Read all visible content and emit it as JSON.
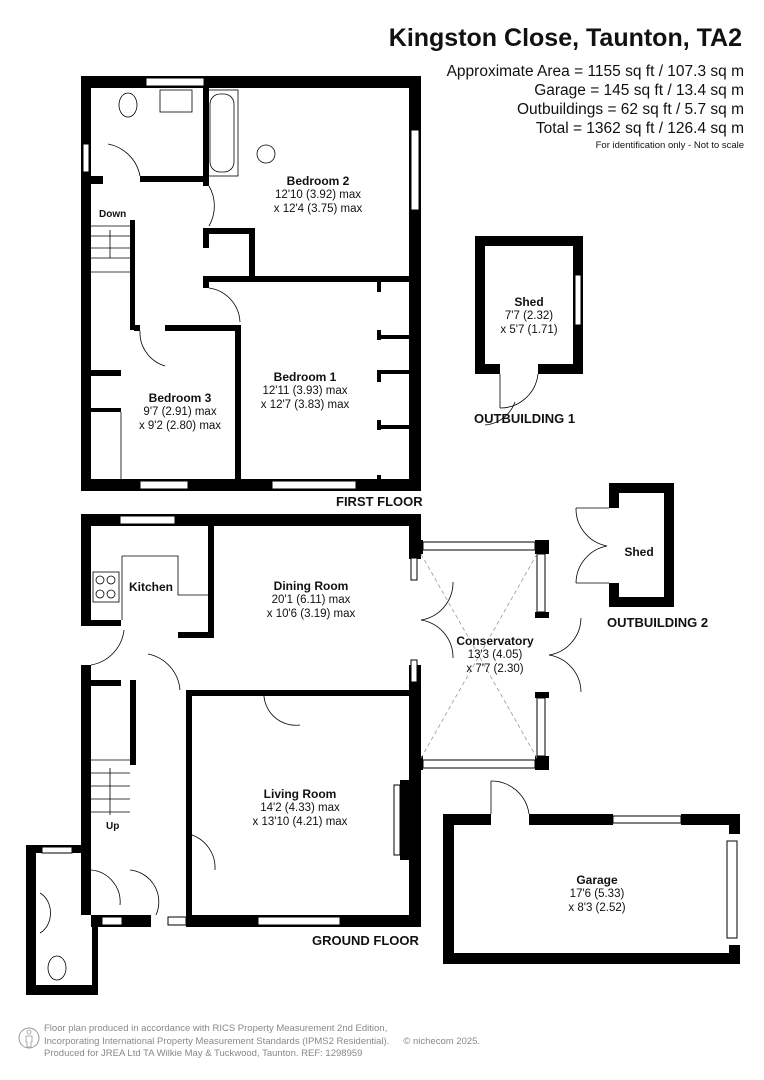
{
  "header": {
    "title": "Kingston Close, Taunton, TA2",
    "areas": [
      "Approximate Area = 1155 sq ft / 107.3 sq m",
      "Garage = 145 sq ft / 13.4 sq m",
      "Outbuildings = 62 sq ft / 5.7 sq m",
      "Total = 1362 sq ft / 126.4 sq m"
    ],
    "disclaimer": "For identification only - Not to scale"
  },
  "floors": {
    "first": "FIRST FLOOR",
    "ground": "GROUND FLOOR",
    "outbuilding1": "OUTBUILDING 1",
    "outbuilding2": "OUTBUILDING 2"
  },
  "rooms": {
    "bedroom2": {
      "name": "Bedroom 2",
      "dim1": "12'10 (3.92) max",
      "dim2": "x 12'4 (3.75) max"
    },
    "bedroom1": {
      "name": "Bedroom 1",
      "dim1": "12'11 (3.93) max",
      "dim2": "x 12'7 (3.83) max"
    },
    "bedroom3": {
      "name": "Bedroom 3",
      "dim1": "9'7 (2.91) max",
      "dim2": "x 9'2 (2.80) max"
    },
    "shed1": {
      "name": "Shed",
      "dim1": "7'7 (2.32)",
      "dim2": "x 5'7 (1.71)"
    },
    "kitchen": {
      "name": "Kitchen"
    },
    "dining": {
      "name": "Dining Room",
      "dim1": "20'1 (6.11) max",
      "dim2": "x 10'6 (3.19) max"
    },
    "conservatory": {
      "name": "Conservatory",
      "dim1": "13'3 (4.05)",
      "dim2": "x 7'7 (2.30)"
    },
    "shed2": {
      "name": "Shed"
    },
    "living": {
      "name": "Living Room",
      "dim1": "14'2 (4.33) max",
      "dim2": "x 13'10 (4.21) max"
    },
    "garage": {
      "name": "Garage",
      "dim1": "17'6 (5.33)",
      "dim2": "x 8'3 (2.52)"
    }
  },
  "stairs": {
    "down": "Down",
    "up": "Up"
  },
  "footer": {
    "line1": "Floor plan produced in accordance with RICS Property Measurement 2nd Edition,",
    "line2": "Incorporating International Property Measurement Standards (IPMS2 Residential).",
    "copyright": "© nichecom 2025.",
    "line3": "Produced for JREA Ltd TA Wilkie May & Tuckwood, Taunton.   REF:   1298959"
  }
}
